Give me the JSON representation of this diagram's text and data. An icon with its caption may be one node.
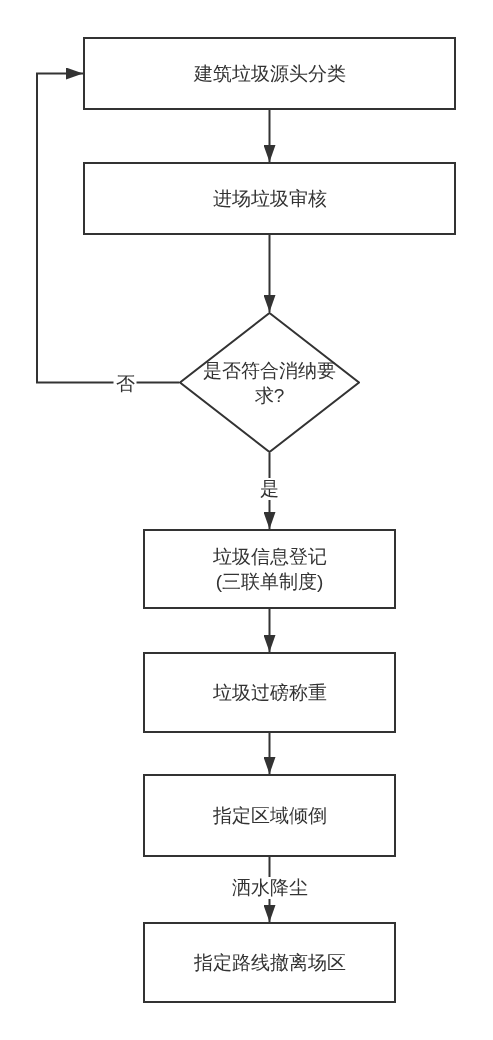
{
  "diagram": {
    "nodes": [
      {
        "text": [
          "建筑垃圾源头分类"
        ]
      },
      {
        "text": [
          "进场垃圾审核"
        ]
      },
      {
        "text": [
          "是否符合消纳要求?"
        ]
      },
      {
        "text": [
          "垃圾信息登记(三联单制度)"
        ]
      },
      {
        "text": [
          "垃圾过磅称重"
        ]
      },
      {
        "text": [
          "指定区域倾倒"
        ]
      },
      {
        "text": [
          "指定路线撤离场区"
        ]
      }
    ],
    "edges": [
      {
        "from": 0,
        "to": 1,
        "arrow": "to"
      },
      {
        "from": 1,
        "to": 2,
        "arrow": "to"
      },
      {
        "from": 2,
        "to": 0,
        "arrow": "to",
        "label": "否"
      },
      {
        "from": 2,
        "to": 3,
        "arrow": "to",
        "label": "是"
      },
      {
        "from": 3,
        "to": 4,
        "arrow": "to"
      },
      {
        "from": 4,
        "to": 5,
        "arrow": "to"
      },
      {
        "from": 5,
        "to": 6,
        "arrow": "to",
        "label": "洒水降尘"
      }
    ]
  }
}
